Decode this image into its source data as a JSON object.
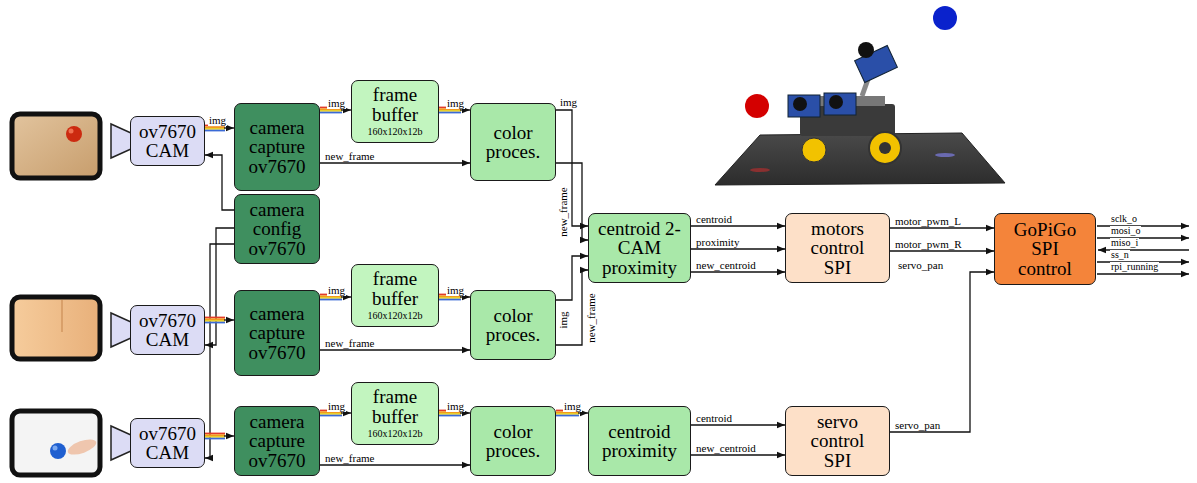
{
  "diagram": {
    "nodes": [
      {
        "text": [
          "ov7670 CAM"
        ]
      },
      {
        "text": [
          "camera capture ov7670"
        ]
      },
      {
        "text": [
          "frame buffer",
          "160x120x12b"
        ]
      },
      {
        "text": [
          "color proces."
        ]
      },
      {
        "text": [
          "camera config ov7670"
        ]
      },
      {
        "text": [
          "centroid 2-CAM proximity"
        ]
      },
      {
        "text": [
          "motors control SPI"
        ]
      },
      {
        "text": [
          "GoPiGo SPI control"
        ]
      },
      {
        "text": [
          "ov7670 CAM"
        ]
      },
      {
        "text": [
          "camera capture ov7670"
        ]
      },
      {
        "text": [
          "frame buffer",
          "160x120x12b"
        ]
      },
      {
        "text": [
          "color proces."
        ]
      },
      {
        "text": [
          "ov7670 CAM"
        ]
      },
      {
        "text": [
          "camera capture ov7670"
        ]
      },
      {
        "text": [
          "frame buffer",
          "160x120x12b"
        ]
      },
      {
        "text": [
          "color proces."
        ]
      },
      {
        "text": [
          "centroid proximity"
        ]
      },
      {
        "text": [
          "servo control SPI"
        ]
      }
    ],
    "edges": [
      {
        "from": 0,
        "to": 1,
        "label": "img",
        "arrow": "to"
      },
      {
        "from": 1,
        "to": 2,
        "label": "img",
        "arrow": "to"
      },
      {
        "from": 2,
        "to": 3,
        "label": "img",
        "arrow": "to"
      },
      {
        "from": 1,
        "to": 3,
        "label": "new_frame",
        "arrow": "to"
      },
      {
        "from": 4,
        "to": 0,
        "arrow": "to"
      },
      {
        "from": 4,
        "to": 8,
        "arrow": "to"
      },
      {
        "from": 4,
        "to": 12,
        "arrow": "to"
      },
      {
        "from": 3,
        "to": 5,
        "label": "img",
        "arrow": "to"
      },
      {
        "from": 3,
        "to": 5,
        "label": "new_frame",
        "arrow": "to"
      },
      {
        "from": 11,
        "to": 5,
        "label": "img",
        "arrow": "to"
      },
      {
        "from": 11,
        "to": 5,
        "label": "new_frame",
        "arrow": "to"
      },
      {
        "from": 5,
        "to": 6,
        "label": "centroid",
        "arrow": "to"
      },
      {
        "from": 5,
        "to": 6,
        "label": "proximity",
        "arrow": "to"
      },
      {
        "from": 5,
        "to": 6,
        "label": "new_centroid",
        "arrow": "to"
      },
      {
        "from": 6,
        "to": 7,
        "label": "motor_pwm_L",
        "arrow": "to"
      },
      {
        "from": 6,
        "to": 7,
        "label": "motor_pwm_R",
        "arrow": "to"
      },
      {
        "from": 17,
        "to": 7,
        "label": "servo_pan",
        "arrow": "to"
      },
      {
        "from": 8,
        "to": 9,
        "arrow": "to"
      },
      {
        "from": 9,
        "to": 10,
        "label": "img",
        "arrow": "to"
      },
      {
        "from": 10,
        "to": 11,
        "label": "img",
        "arrow": "to"
      },
      {
        "from": 9,
        "to": 11,
        "label": "new_frame",
        "arrow": "to"
      },
      {
        "from": 12,
        "to": 13,
        "arrow": "to"
      },
      {
        "from": 13,
        "to": 14,
        "label": "img",
        "arrow": "to"
      },
      {
        "from": 14,
        "to": 15,
        "label": "img",
        "arrow": "to"
      },
      {
        "from": 13,
        "to": 15,
        "label": "new_frame",
        "arrow": "to"
      },
      {
        "from": 15,
        "to": 16,
        "label": "img",
        "arrow": "to"
      },
      {
        "from": 16,
        "to": 17,
        "label": "centroid",
        "arrow": "to"
      },
      {
        "from": 16,
        "to": 17,
        "label": "new_centroid",
        "arrow": "to"
      }
    ],
    "labels": [
      "servo_pan",
      "sclk_o",
      "mosi_o",
      "miso_i",
      "ss_n",
      "rpi_running"
    ]
  }
}
